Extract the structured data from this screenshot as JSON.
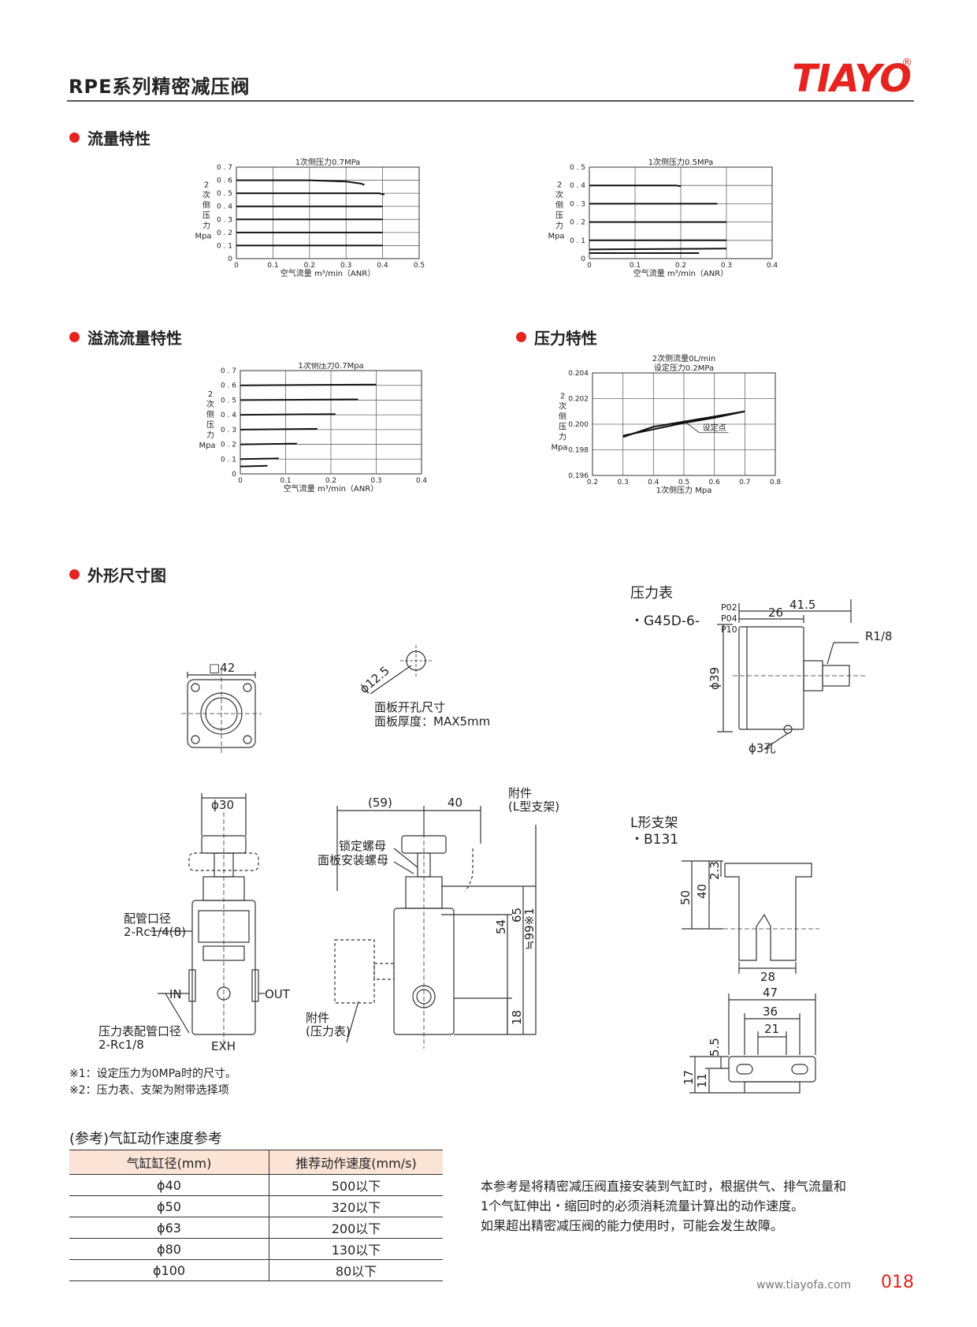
{
  "header": {
    "title": "RPE系列精密减压阀",
    "brand": "TIAYO",
    "reg": "®"
  },
  "sections": {
    "flow": "流量特性",
    "relief": "溢流流量特性",
    "pressure": "压力特性",
    "outline": "外形尺寸图"
  },
  "chart_data": [
    {
      "type": "line",
      "title": "1次侧压力0.7MPa",
      "xlabel": "空气流量 m³/min（ANR）",
      "ylabel": "2次侧压力Mpa",
      "xticks": [
        "0",
        "0.1",
        "0.2",
        "0.3",
        "0.4",
        "0.5"
      ],
      "yticks": [
        "0",
        "0.1",
        "0.2",
        "0.3",
        "0.4",
        "0.5",
        "0.6",
        "0.7"
      ],
      "xlim": [
        0,
        0.5
      ],
      "ylim": [
        0,
        0.7
      ],
      "series": [
        {
          "x": [
            0,
            0.2,
            0.3,
            0.34,
            0.35
          ],
          "y": [
            0.6,
            0.6,
            0.59,
            0.575,
            0.565
          ]
        },
        {
          "x": [
            0,
            0.39,
            0.405
          ],
          "y": [
            0.5,
            0.5,
            0.49
          ]
        },
        {
          "x": [
            0,
            0.4
          ],
          "y": [
            0.4,
            0.4
          ]
        },
        {
          "x": [
            0,
            0.4
          ],
          "y": [
            0.3,
            0.3
          ]
        },
        {
          "x": [
            0,
            0.4
          ],
          "y": [
            0.2,
            0.2
          ]
        },
        {
          "x": [
            0,
            0.4
          ],
          "y": [
            0.1,
            0.1
          ]
        }
      ]
    },
    {
      "type": "line",
      "title": "1次侧压力0.5MPa",
      "xlabel": "空气流量 m³/min（ANR）",
      "ylabel": "2次侧压力Mpa",
      "xticks": [
        "0",
        "0.1",
        "0.2",
        "0.3",
        "0.4"
      ],
      "yticks": [
        "0",
        "0.1",
        "0.2",
        "0.3",
        "0.4",
        "0.5"
      ],
      "xlim": [
        0,
        0.4
      ],
      "ylim": [
        0,
        0.5
      ],
      "series": [
        {
          "x": [
            0,
            0.19,
            0.2
          ],
          "y": [
            0.4,
            0.4,
            0.395
          ]
        },
        {
          "x": [
            0,
            0.28
          ],
          "y": [
            0.3,
            0.3
          ]
        },
        {
          "x": [
            0,
            0.3
          ],
          "y": [
            0.2,
            0.2
          ]
        },
        {
          "x": [
            0,
            0.3
          ],
          "y": [
            0.1,
            0.1
          ]
        },
        {
          "x": [
            0,
            0.3
          ],
          "y": [
            0.05,
            0.055
          ]
        },
        {
          "x": [
            0,
            0.24
          ],
          "y": [
            0.03,
            0.03
          ]
        }
      ]
    },
    {
      "type": "line",
      "title": "1次侧压力0.7Mpa",
      "xlabel": "空气流量 m³/min（ANR）",
      "ylabel": "2次侧压力Mpa",
      "xticks": [
        "0",
        "0.1",
        "0.2",
        "0.3",
        "0.4"
      ],
      "yticks": [
        "0",
        "0.1",
        "0.2",
        "0.3",
        "0.4",
        "0.5",
        "0.6",
        "0.7"
      ],
      "xlim": [
        0,
        0.4
      ],
      "ylim": [
        0,
        0.7
      ],
      "series": [
        {
          "x": [
            0,
            0.3
          ],
          "y": [
            0.6,
            0.605
          ]
        },
        {
          "x": [
            0,
            0.26
          ],
          "y": [
            0.5,
            0.505
          ]
        },
        {
          "x": [
            0,
            0.21
          ],
          "y": [
            0.4,
            0.405
          ]
        },
        {
          "x": [
            0,
            0.17
          ],
          "y": [
            0.3,
            0.305
          ]
        },
        {
          "x": [
            0,
            0.125
          ],
          "y": [
            0.2,
            0.205
          ]
        },
        {
          "x": [
            0,
            0.085
          ],
          "y": [
            0.1,
            0.105
          ]
        },
        {
          "x": [
            0,
            0.06
          ],
          "y": [
            0.05,
            0.055
          ]
        }
      ]
    },
    {
      "type": "line",
      "title": "2次侧流量0L/min",
      "subtitle": "设定压力0.2MPa",
      "xlabel": "1次侧压力 Mpa",
      "ylabel": "2次侧压力Mpa",
      "xticks": [
        "0.2",
        "0.3",
        "0.4",
        "0.5",
        "0.6",
        "0.7",
        "0.8"
      ],
      "yticks": [
        "0.196",
        "0.198",
        "0.200",
        "0.202",
        "0.204"
      ],
      "xlim": [
        0.2,
        0.8
      ],
      "ylim": [
        0.196,
        0.204
      ],
      "annotation": "设定点",
      "series": [
        {
          "x": [
            0.3,
            0.4,
            0.5,
            0.6,
            0.7
          ],
          "y": [
            0.199,
            0.1998,
            0.2002,
            0.2006,
            0.201
          ]
        },
        {
          "x": [
            0.3,
            0.4,
            0.5,
            0.6,
            0.7
          ],
          "y": [
            0.1991,
            0.1996,
            0.2001,
            0.2005,
            0.201
          ]
        }
      ]
    }
  ],
  "drawing": {
    "square": "□42",
    "hole_dia": "ϕ12.5",
    "panel_hole": "面板开孔尺寸",
    "panel_thick": "面板厚度：MAX5mm",
    "phi30": "ϕ30",
    "pipe_port": "配管口径",
    "pipe_port_val": "2-Rc1/4(8)",
    "in": "IN",
    "out": "OUT",
    "exh": "EXH",
    "gauge_port": "压力表配管口径",
    "gauge_port_val": "2-Rc1/8",
    "d59": "(59)",
    "d40": "40",
    "accessory1": "附件",
    "accessory1b": "(L型支架)",
    "lock_nut": "锁定螺母",
    "panel_nut": "面板安装螺母",
    "d54": "54",
    "d65": "65",
    "d99": "≒99※1",
    "d18": "18",
    "accessory2": "附件",
    "accessory2b": "(压力表)",
    "gauge_title": "压力表",
    "gauge_model": "・G45D-6-",
    "gauge_opts": [
      "P02",
      "P04",
      "P10"
    ],
    "d41_5": "41.5",
    "d26": "26",
    "r18": "R1/8",
    "phi39": "ϕ39",
    "phi3": "ϕ3孔",
    "bracket_title": "L形支架",
    "bracket_model": "・B131",
    "d2_3": "2.3",
    "d50": "50",
    "b40": "40",
    "d28": "28",
    "d47": "47",
    "d36": "36",
    "d21": "21",
    "d5_5": "5.5",
    "d17": "17",
    "d11": "11"
  },
  "notes": [
    "※1：设定压力为0MPa时的尺寸。",
    "※2：压力表、支架为附带选择项"
  ],
  "table": {
    "title": "(参考)气缸动作速度参考",
    "headers": [
      "气缸缸径(mm)",
      "推荐动作速度(mm/s)"
    ],
    "rows": [
      [
        "ϕ40",
        "500以下"
      ],
      [
        "ϕ50",
        "320以下"
      ],
      [
        "ϕ63",
        "200以下"
      ],
      [
        "ϕ80",
        "130以下"
      ],
      [
        "ϕ100",
        "80以下"
      ]
    ]
  },
  "description": [
    "本参考是将精密减压阀直接安装到气缸时，根据供气、排气流量和",
    "1个气缸伸出・缩回时的必须消耗流量计算出的动作速度。",
    "如果超出精密减压阀的能力使用时，可能会发生故障。"
  ],
  "footer": {
    "url": "www.tiayofa.com",
    "page": "018"
  }
}
